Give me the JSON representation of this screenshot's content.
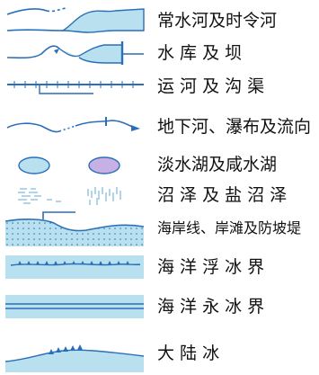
{
  "legend": {
    "items": [
      {
        "label": "常水河及时令河"
      },
      {
        "label": "水 库 及 坝"
      },
      {
        "label": "运 河 及 沟 渠"
      },
      {
        "label": "地下河、瀑布及流向"
      },
      {
        "label": "淡水湖及咸水湖"
      },
      {
        "label": "沼 泽 及 盐 沼 泽"
      },
      {
        "label": "海岸线、岸滩及防坡堤"
      },
      {
        "label": "海 洋 浮 冰 界"
      },
      {
        "label": "海 洋 永 冰 界"
      },
      {
        "label": "大 陆 冰"
      }
    ]
  },
  "colors": {
    "water_line": "#2a6fb8",
    "water_fill": "#b9e0ee",
    "salt_lake_fill": "#c7b0e3",
    "text": "#111111"
  }
}
